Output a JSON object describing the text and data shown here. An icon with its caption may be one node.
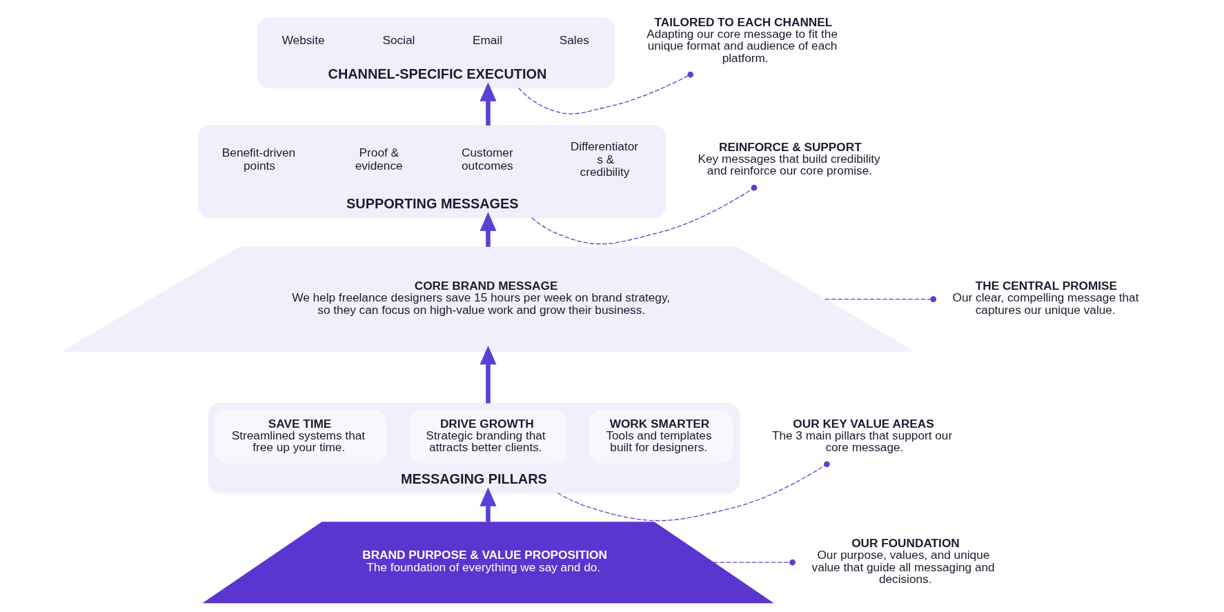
{
  "diagram": {
    "nodes": [
      {
        "text": [
          "CHANNEL-SPECIFIC EXECUTION"
        ]
      },
      {
        "text": [
          "Website"
        ],
        "in": 0
      },
      {
        "text": [
          "Social"
        ],
        "in": 0
      },
      {
        "text": [
          "Email"
        ],
        "in": 0
      },
      {
        "text": [
          "Sales"
        ],
        "in": 0
      },
      {
        "text": [
          "SUPPORTING MESSAGES"
        ]
      },
      {
        "text": [
          "Benefit-driven points"
        ],
        "in": 5
      },
      {
        "text": [
          "Proof & evidence"
        ],
        "in": 5
      },
      {
        "text": [
          "Customer outcomes"
        ],
        "in": 5
      },
      {
        "text": [
          "Differentiators & credibility"
        ],
        "in": 5
      },
      {
        "text": [
          "CORE BRAND MESSAGE",
          "We help freelance designers save 15 hours per week on brand strategy, so they can focus on high-value work and grow their business."
        ]
      },
      {
        "text": [
          "MESSAGING PILLARS"
        ]
      },
      {
        "text": [
          "SAVE TIME",
          "Streamlined systems that free up your time."
        ],
        "in": 11
      },
      {
        "text": [
          "DRIVE GROWTH",
          "Strategic branding that attracts better clients."
        ],
        "in": 11
      },
      {
        "text": [
          "WORK SMARTER",
          "Tools and templates built for designers."
        ],
        "in": 11
      },
      {
        "text": [
          "BRAND PURPOSE & VALUE PROPOSITION",
          "The foundation of everything we say and do."
        ]
      },
      {
        "text": [
          "TAILORED TO EACH CHANNEL",
          "Adapting our core message to fit the unique format and audience of each platform."
        ]
      },
      {
        "text": [
          "REINFORCE & SUPPORT",
          "Key messages that build credibility and reinforce our core promise."
        ]
      },
      {
        "text": [
          "THE CENTRAL PROMISE",
          "Our clear, compelling message that captures our unique value."
        ]
      },
      {
        "text": [
          "OUR KEY VALUE AREAS",
          "The 3 main pillars that support our core message."
        ]
      },
      {
        "text": [
          "OUR FOUNDATION",
          "Our purpose, values, and unique value that guide all messaging and decisions."
        ]
      }
    ],
    "edges": [
      {
        "from": 15,
        "to": 11,
        "arrow": "to",
        "style": "thick"
      },
      {
        "from": 11,
        "to": 10,
        "arrow": "to",
        "style": "thick"
      },
      {
        "from": 10,
        "to": 5,
        "arrow": "to",
        "style": "thick"
      },
      {
        "from": 5,
        "to": 0,
        "arrow": "to",
        "style": "thick"
      },
      {
        "from": 0,
        "to": 16,
        "arrow": "other",
        "style": "dashed"
      },
      {
        "from": 5,
        "to": 17,
        "arrow": "other",
        "style": "dashed"
      },
      {
        "from": 10,
        "to": 18,
        "arrow": "other",
        "style": "dashed"
      },
      {
        "from": 11,
        "to": 19,
        "arrow": "other",
        "style": "dashed"
      },
      {
        "from": 15,
        "to": 20,
        "arrow": "other",
        "style": "dashed"
      }
    ]
  }
}
